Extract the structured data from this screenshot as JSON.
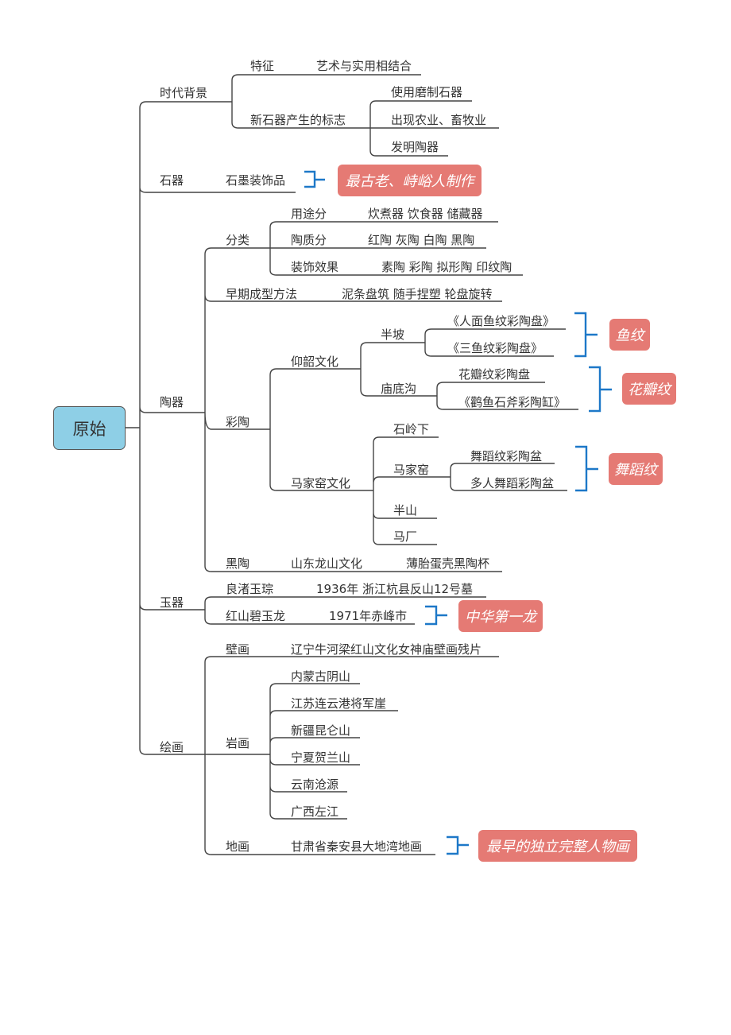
{
  "root": "原始",
  "nodes": {
    "bg": "时代背景",
    "bg_feature": "特征",
    "bg_feature_v": "艺术与实用相结合",
    "bg_mark": "新石器产生的标志",
    "bg_mark_1": "使用磨制石器",
    "bg_mark_2": "出现农业、畜牧业",
    "bg_mark_3": "发明陶器",
    "stone": "石器",
    "stone_1": "石墨装饰品",
    "pottery": "陶器",
    "cls": "分类",
    "cls_use": "用途分",
    "cls_use_v": "炊煮器 饮食器 储藏器",
    "cls_mat": "陶质分",
    "cls_mat_v": "红陶 灰陶 白陶 黑陶",
    "cls_dec": "装饰效果",
    "cls_dec_v": "素陶 彩陶 拟形陶 印纹陶",
    "form": "早期成型方法",
    "form_v": "泥条盘筑 随手捏塑 轮盘旋转",
    "painted": "彩陶",
    "yangshao": "仰韶文化",
    "banpo": "半坡",
    "banpo_1": "《人面鱼纹彩陶盘》",
    "banpo_2": "《三鱼纹彩陶盘》",
    "miaodigou": "庙底沟",
    "miao_1": "花瓣纹彩陶盘",
    "miao_2": "《鹳鱼石斧彩陶缸》",
    "majiayao_c": "马家窑文化",
    "shilingxia": "石岭下",
    "majiayao": "马家窑",
    "mjy_1": "舞蹈纹彩陶盆",
    "mjy_2": "多人舞蹈彩陶盆",
    "banshan": "半山",
    "machang": "马厂",
    "black": "黑陶",
    "black_1": "山东龙山文化",
    "black_2": "薄胎蛋壳黑陶杯",
    "jade": "玉器",
    "jade_1": "良渚玉琮",
    "jade_1v": "1936年 浙江杭县反山12号墓",
    "jade_2": "红山碧玉龙",
    "jade_2v": "1971年赤峰市",
    "paint": "绘画",
    "mural": "壁画",
    "mural_v": "辽宁牛河梁红山文化女神庙壁画残片",
    "rock": "岩画",
    "rock_1": "内蒙古阴山",
    "rock_2": "江苏连云港将军崖",
    "rock_3": "新疆昆仑山",
    "rock_4": "宁夏贺兰山",
    "rock_5": "云南沧源",
    "rock_6": "广西左江",
    "ground": "地画",
    "ground_v": "甘肃省秦安县大地湾地画"
  },
  "callouts": {
    "stone": "最古老、峙峪人制作",
    "fish": "鱼纹",
    "petal": "花瓣纹",
    "dance": "舞蹈纹",
    "dragon": "中华第一龙",
    "ground": "最早的独立完整人物画"
  },
  "colors": {
    "root_fill": "#8ecfe6",
    "callout_fill": "#e57a74",
    "bracket": "#1d78c8",
    "line": "#444444"
  }
}
